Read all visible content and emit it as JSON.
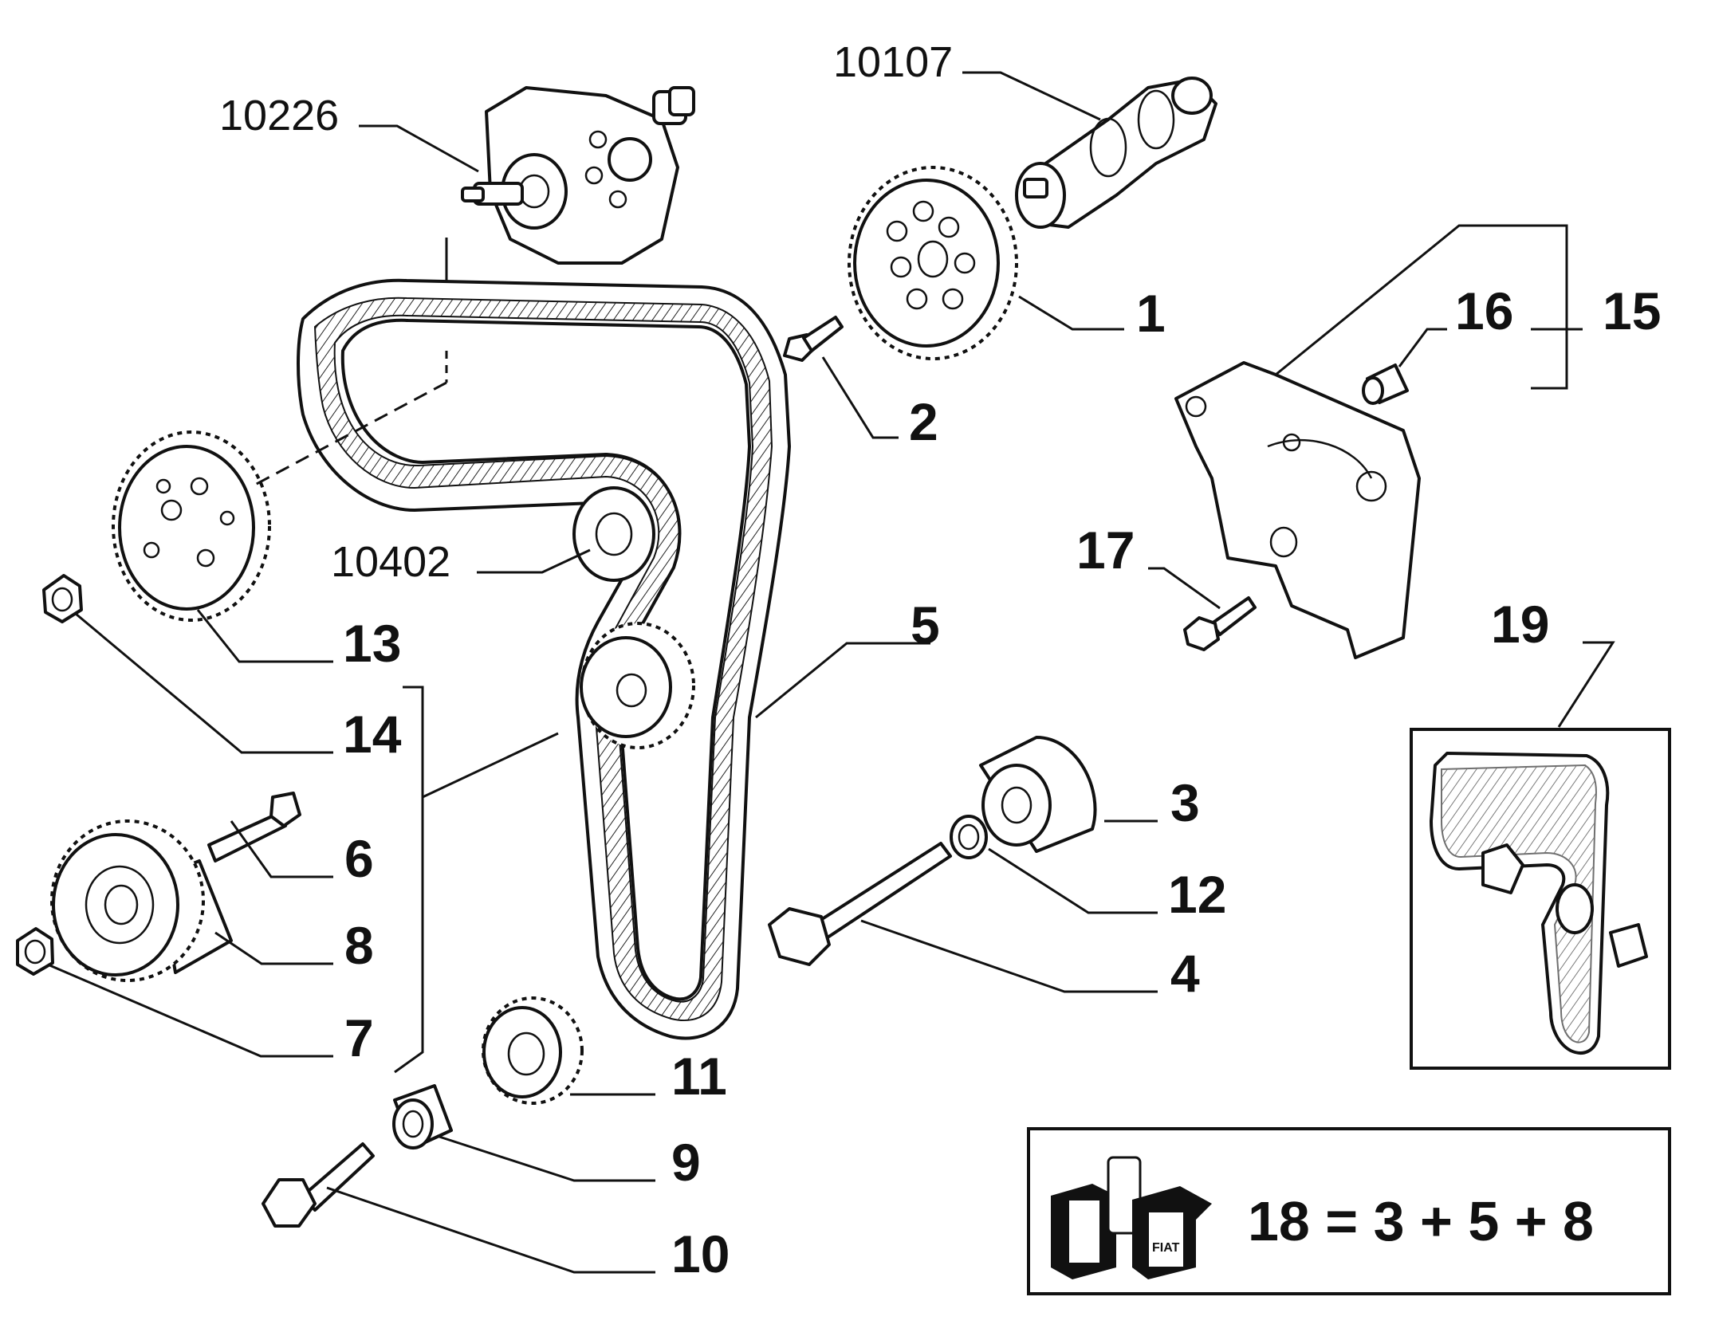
{
  "labels": {
    "p1": "1",
    "p2": "2",
    "p3": "3",
    "p4": "4",
    "p5": "5",
    "p6": "6",
    "p7": "7",
    "p8": "8",
    "p9": "9",
    "p10": "10",
    "p11": "11",
    "p12": "12",
    "p13": "13",
    "p14": "14",
    "p15": "15",
    "p16": "16",
    "p17": "17",
    "p19": "19",
    "c10107": "10107",
    "c10226": "10226",
    "c10402": "10402"
  },
  "kit": {
    "formula": "18 = 3 + 5 + 8",
    "box_brand": "FIAT"
  }
}
